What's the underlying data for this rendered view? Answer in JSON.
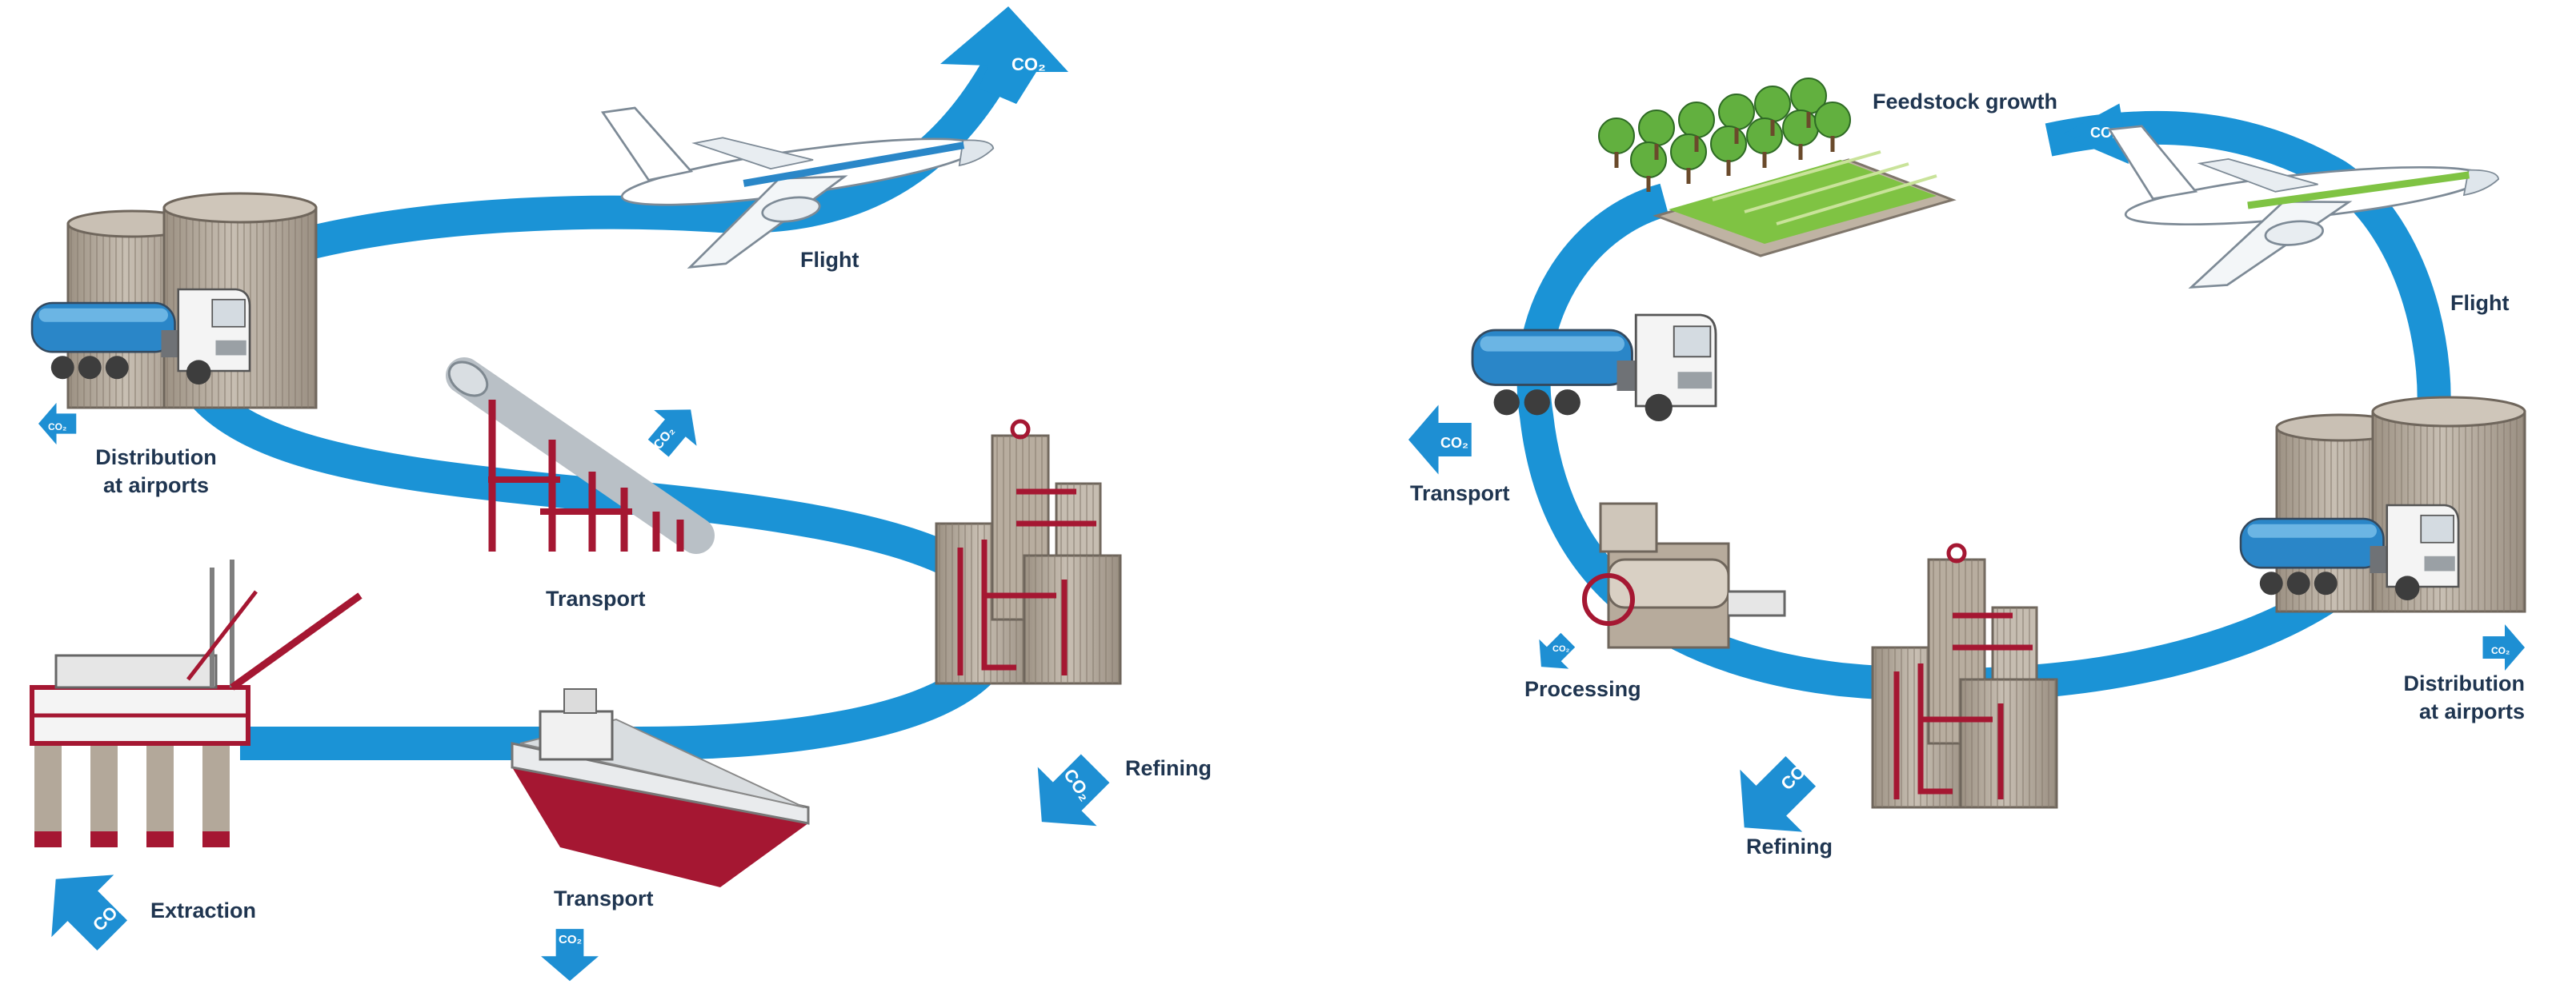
{
  "colors": {
    "flow_blue": "#1b93d6",
    "arrow_blue": "#1e8fd3",
    "label_navy": "#1f3550",
    "tank_beige": "#b3a89a",
    "tank_line": "#7f766b",
    "industrial_red": "#a51732",
    "truck_blue": "#2a86c8",
    "field_green": "#7fc343",
    "plane_stripe_fossil": "#2a87c8",
    "plane_stripe_bio": "#7fc343"
  },
  "co2_text": "CO₂",
  "fossil_cycle": {
    "labels": {
      "flight": "Flight",
      "distribution_line1": "Distribution",
      "distribution_line2": "at airports",
      "transport_pipeline": "Transport",
      "refining": "Refining",
      "extraction": "Extraction",
      "transport_ship": "Transport"
    },
    "icons": [
      "airplane-icon",
      "storage-tanks-icon",
      "tanker-truck-icon",
      "pipeline-icon",
      "refinery-icon",
      "oil-platform-icon",
      "tanker-ship-icon"
    ]
  },
  "bio_cycle": {
    "labels": {
      "feedstock": "Feedstock growth",
      "flight": "Flight",
      "transport": "Transport",
      "processing": "Processing",
      "refining": "Refining",
      "distribution_line1": "Distribution",
      "distribution_line2": "at airports"
    },
    "icons": [
      "trees-icon",
      "field-icon",
      "airplane-icon",
      "tanker-truck-icon",
      "oil-press-icon",
      "refinery-icon",
      "storage-tanks-icon"
    ]
  }
}
